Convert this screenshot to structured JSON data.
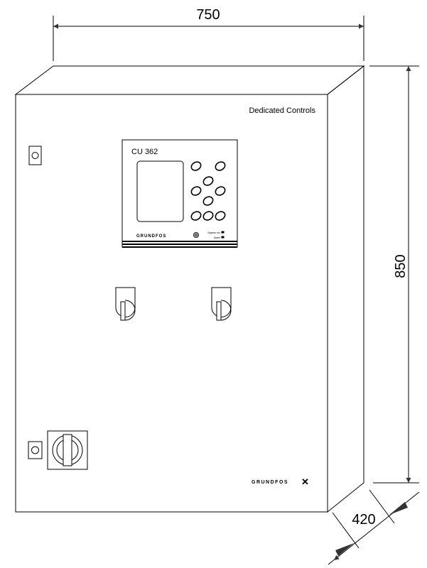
{
  "dimensions": {
    "width": "750",
    "height": "850",
    "depth": "420"
  },
  "cabinet": {
    "label": "Dedicated Controls",
    "brand": "GRUNDFOS"
  },
  "controller": {
    "model": "CU 362",
    "brand": "GRUNDFOS",
    "led_labels": [
      "System run",
      "Alarm"
    ]
  },
  "colors": {
    "line": "#000000",
    "background": "#ffffff"
  }
}
